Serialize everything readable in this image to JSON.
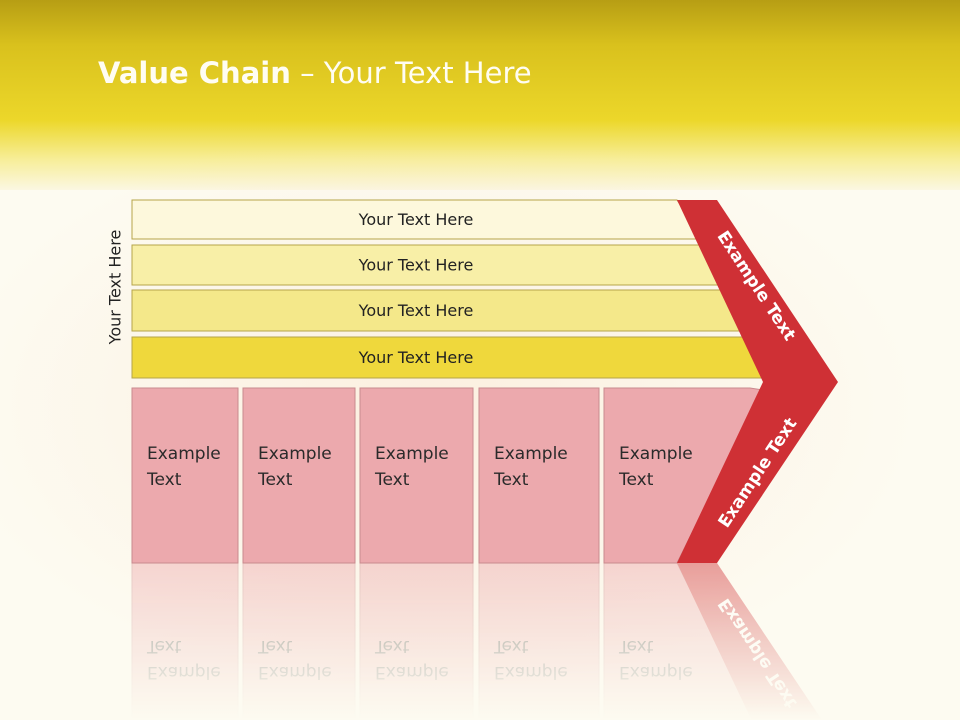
{
  "slide": {
    "title_bold": "Value Chain",
    "title_rest": " – Your Text Here",
    "side_label": "Your Text Here"
  },
  "support_rows": [
    {
      "label": "Your Text Here",
      "color": "#fdf8dc"
    },
    {
      "label": "Your Text Here",
      "color": "#f8efa7"
    },
    {
      "label": "Your Text Here",
      "color": "#f4e88a"
    },
    {
      "label": "Your Text Here",
      "color": "#efd83c"
    }
  ],
  "primary_boxes": [
    {
      "line1": "Example",
      "line2": "Text"
    },
    {
      "line1": "Example",
      "line2": "Text"
    },
    {
      "line1": "Example",
      "line2": "Text"
    },
    {
      "line1": "Example",
      "line2": "Text"
    },
    {
      "line1": "Example",
      "line2": "Text"
    }
  ],
  "arrow": {
    "upper_label": "Example Text",
    "lower_label": "Example Text",
    "color": "#cf3035"
  },
  "colors": {
    "box_fill": "#eca9ad",
    "box_stroke": "#c98a8e",
    "row_stroke": "#b6a54a"
  }
}
